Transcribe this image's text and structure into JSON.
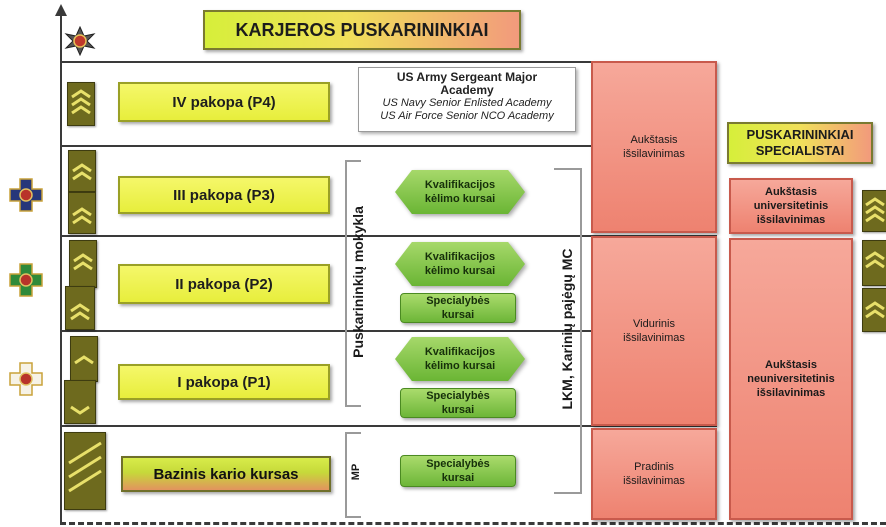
{
  "title": "KARJEROS PUSKARININKIAI",
  "levels": {
    "p4": "IV pakopa (P4)",
    "p3": "III pakopa (P3)",
    "p2": "II pakopa (P2)",
    "p1": "I pakopa (P1)",
    "basic": "Bazinis kario kursas"
  },
  "us_academies": {
    "line1": "US Army Sergeant Major Academy",
    "line2": "US Navy Senior Enlisted Academy",
    "line3": "US Air Force Senior NCO Academy"
  },
  "courses": {
    "qualification": "Kvalifikacijos kėlimo kursai",
    "specialty": "Specialybės kursai"
  },
  "vertical_labels": {
    "nco_school": "Puskarininkių mokykla",
    "mp": "MP",
    "lkm": "LKM, Karinių pajėgų MC"
  },
  "education": {
    "higher": "Aukštasis išsilavinimas",
    "secondary": "Vidurinis išsilavinimas",
    "primary": "Pradinis išsilavinimas"
  },
  "specialists": {
    "title": "PUSKARININKIAI SPECIALISTAI",
    "university": "Aukštasis universitetinis išsilavinimas",
    "non_university": "Aukštasis neuniversitetinis išsilavinimas"
  },
  "colors": {
    "level_yellow": "#e9ef3e",
    "course_green": "#7fc145",
    "education_salmon": "#f1907e",
    "rank_olive": "#6e6a1e"
  },
  "icons": [
    "star-emblem-icon",
    "cross-insignia-blue-icon",
    "cross-insignia-green-icon",
    "cross-insignia-white-icon",
    "chevron-rank-icon"
  ]
}
